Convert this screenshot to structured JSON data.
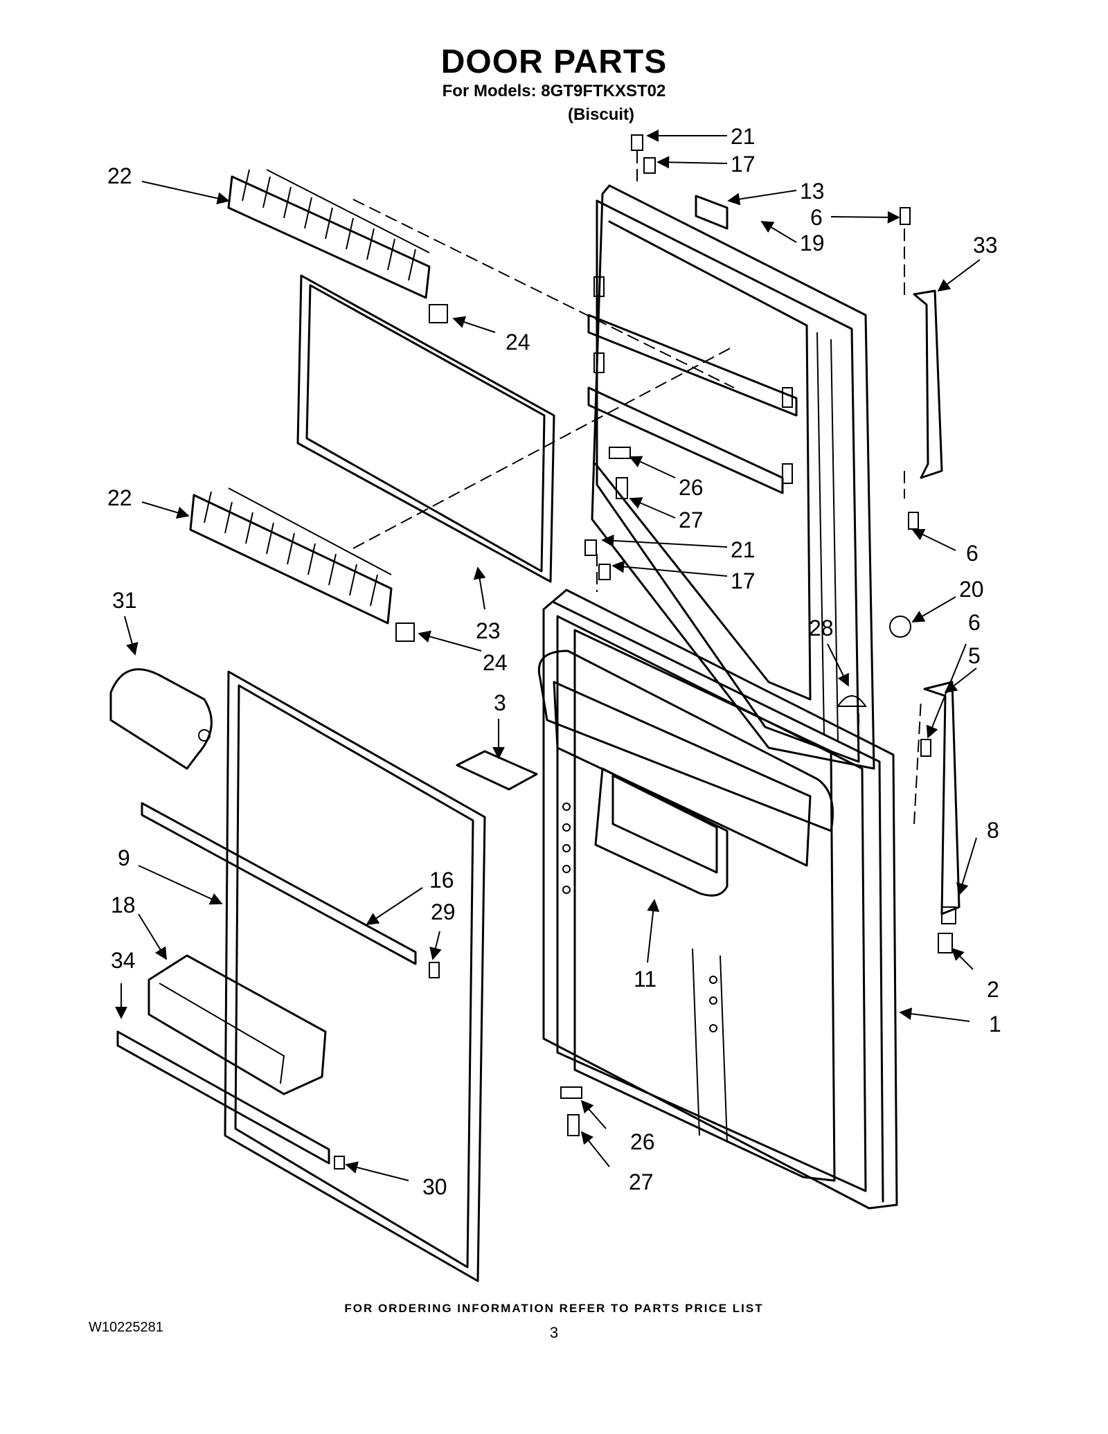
{
  "header": {
    "title": "DOOR PARTS",
    "models": "For Models: 8GT9FTKXST02",
    "variant": "(Biscuit)"
  },
  "callouts": [
    "21",
    "17",
    "13",
    "6",
    "19",
    "33",
    "22",
    "24",
    "26",
    "27",
    "6",
    "21",
    "17",
    "20",
    "22",
    "28",
    "6",
    "5",
    "31",
    "23",
    "24",
    "3",
    "8",
    "9",
    "16",
    "29",
    "18",
    "34",
    "11",
    "2",
    "1",
    "26",
    "27",
    "30"
  ],
  "footer": {
    "ordering_note": "FOR ORDERING INFORMATION REFER TO PARTS PRICE LIST",
    "doc_code": "W10225281",
    "page": "3"
  }
}
